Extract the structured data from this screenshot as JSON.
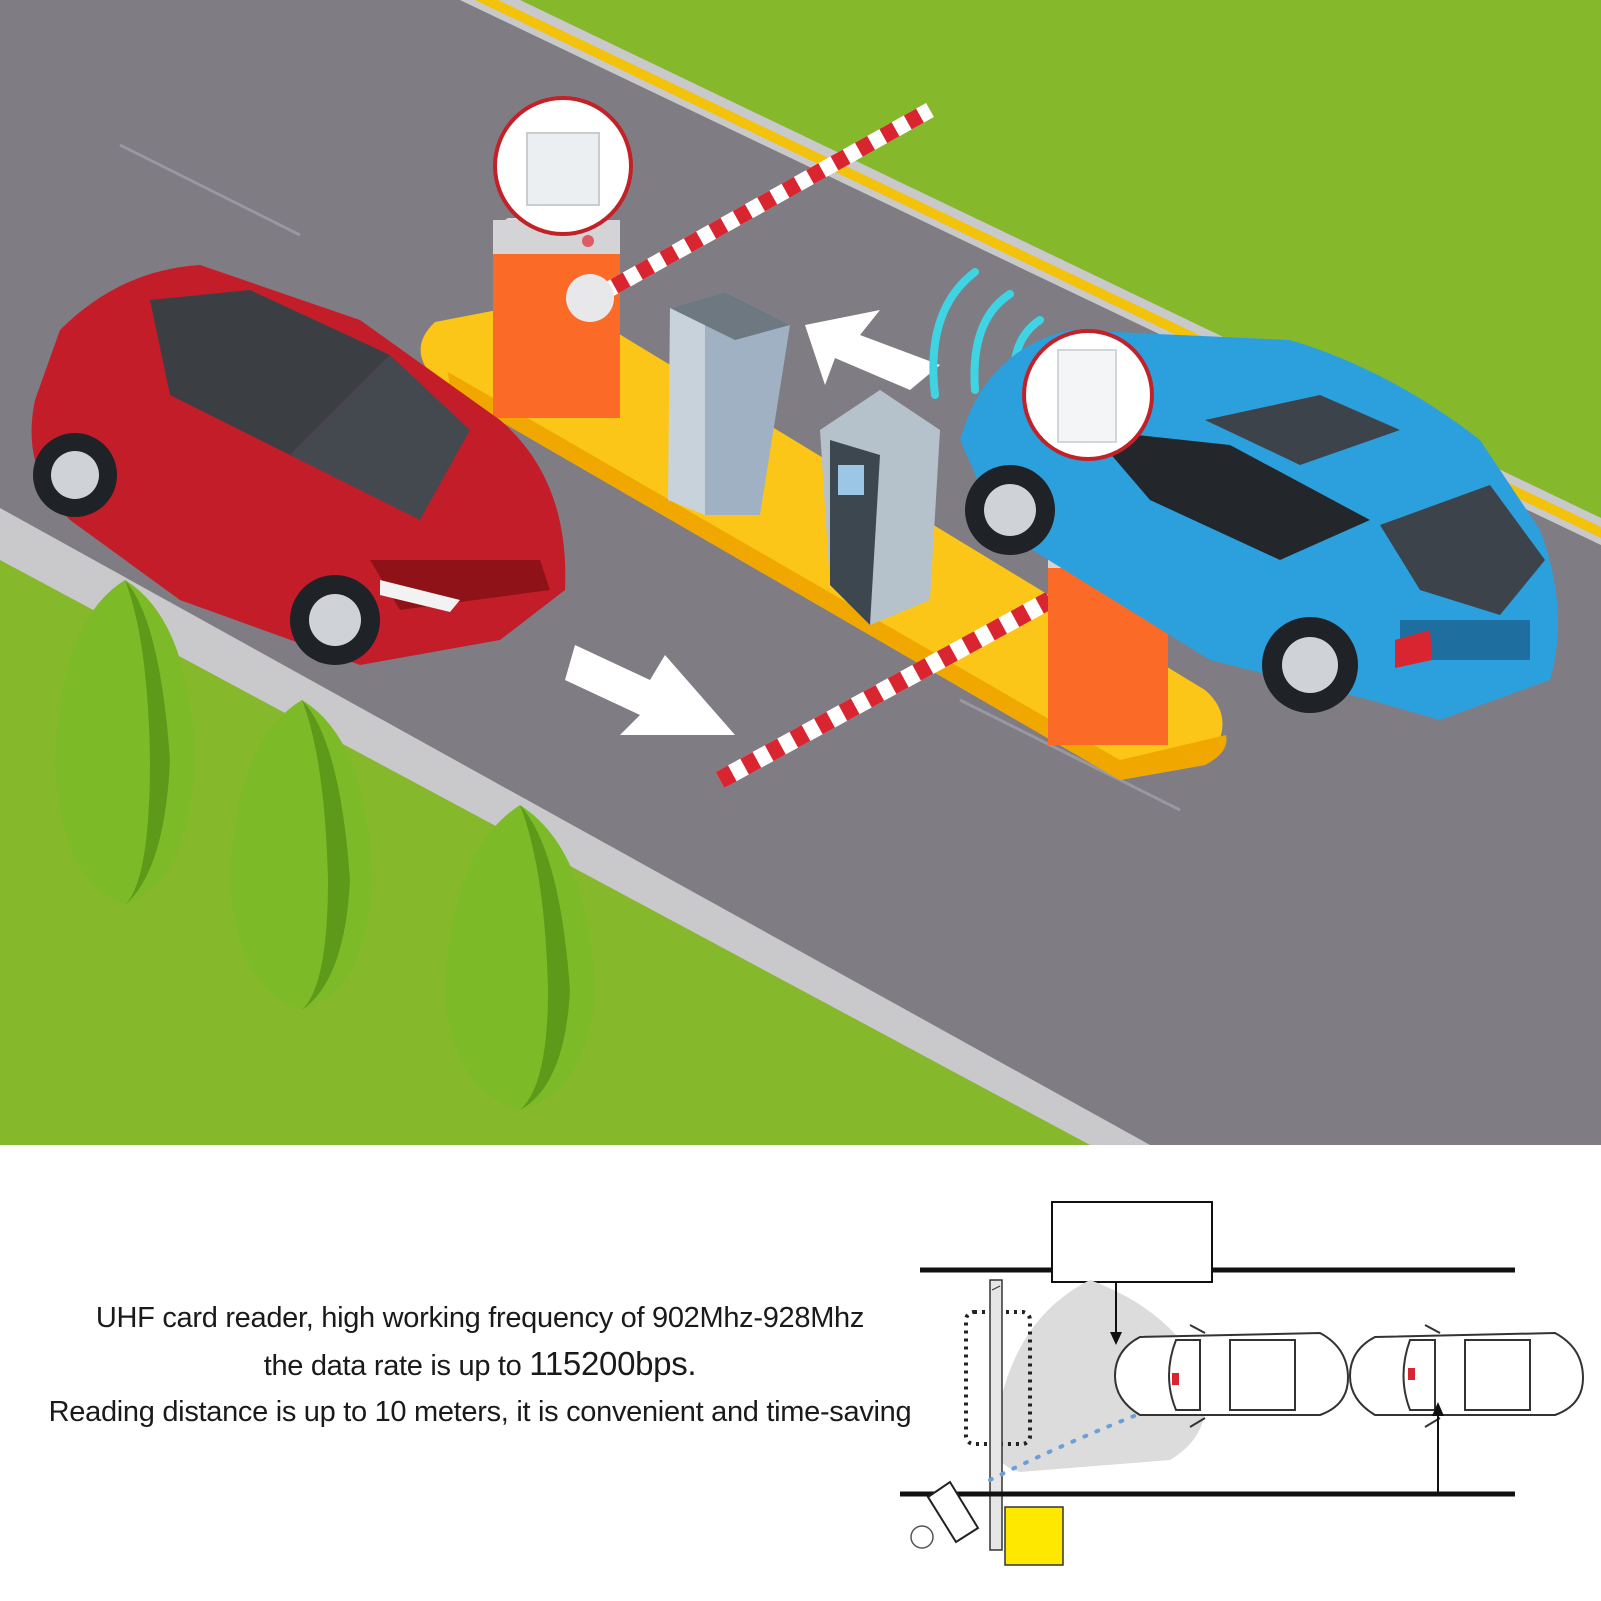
{
  "caption": {
    "line1": "UHF card reader, high working frequency of 902Mhz-928Mhz",
    "line2_prefix": "the data rate is up to ",
    "line2_rate": "115200bps.",
    "line3": "Reading distance is up to 10 meters, it is convenient and time-saving"
  },
  "colors": {
    "grass": "#86b82c",
    "road": "#807c84",
    "curb": "#c9c9cc",
    "road_line": "#f3c20a",
    "platform": "#fcc619",
    "barrier_post": "#fb6b27",
    "red_car": "#c41d2a",
    "blue_car": "#2ba0dc",
    "signal": "#3fd4e4",
    "tree": "#7dba28",
    "diagram_zone": "#dcdcdc",
    "diagram_dots": "#6aa0d8",
    "diagram_box": "#ffe800"
  },
  "icons": [
    "uhf-reader-icon",
    "arrow-icon",
    "signal-wave-icon",
    "tree-icon",
    "car-icon",
    "barrier-gate-icon"
  ]
}
